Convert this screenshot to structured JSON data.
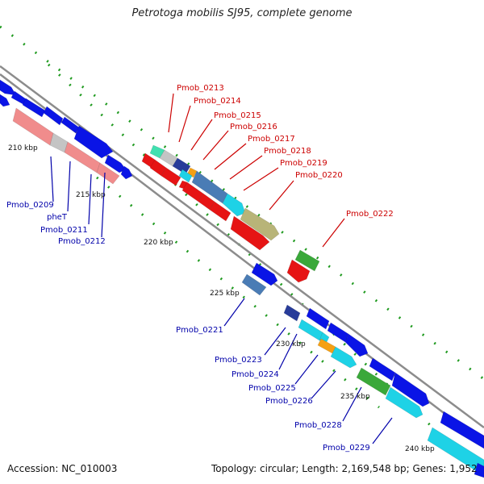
{
  "title": "Petrotoga mobilis SJ95, complete genome",
  "accession": "Accession: NC_010003",
  "summary": "Topology: circular; Length: 2,169,548 bp; Genes: 1,952",
  "colors": {
    "backbone": "#8c8c8c",
    "tick": "#1f9a1f",
    "upper_label": "#cc0000",
    "lower_label": "#0000aa",
    "blue": "#0a14e6",
    "red": "#e61414",
    "pink": "#f08c8c",
    "grey": "#c4c4c4",
    "steel": "#4a7cb5",
    "cyan": "#1ed2e6",
    "olive": "#b8b478",
    "orange": "#f5a014",
    "green": "#3aa83a",
    "teal": "#40e0b0",
    "darkblue": "#283c9a"
  },
  "kbp_labels": [
    "210 kbp",
    "215 kbp",
    "220 kbp",
    "225 kbp",
    "230 kbp",
    "235 kbp",
    "240 kbp"
  ],
  "upper_genes": [
    "Pmob_0213",
    "Pmob_0214",
    "Pmob_0215",
    "Pmob_0216",
    "Pmob_0217",
    "Pmob_0218",
    "Pmob_0219",
    "Pmob_0220",
    "Pmob_0222"
  ],
  "lower_genes": [
    "Pmob_0209",
    "pheT",
    "Pmob_0211",
    "Pmob_0212",
    "Pmob_0221",
    "Pmob_0223",
    "Pmob_0224",
    "Pmob_0225",
    "Pmob_0226",
    "Pmob_0228",
    "Pmob_0229"
  ]
}
